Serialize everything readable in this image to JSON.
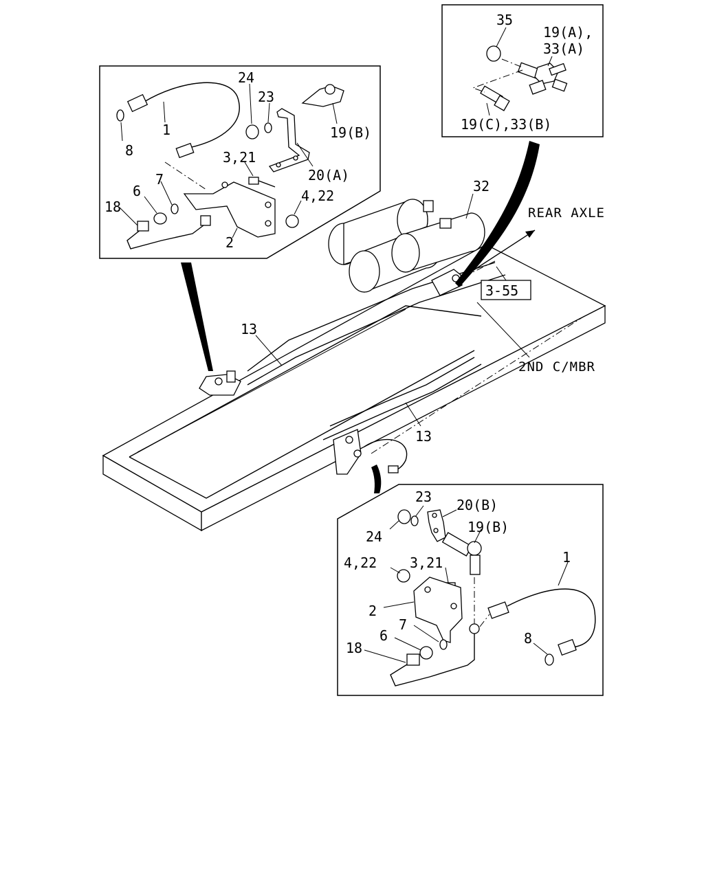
{
  "diagram": {
    "labels": {
      "tr_35": "35",
      "tr_19a_33a_line1": "19(A),",
      "tr_19a_33a_line2": "33(A)",
      "tr_19c_33b": "19(C),33(B)",
      "tl_24": "24",
      "tl_23": "23",
      "tl_1": "1",
      "tl_8": "8",
      "tl_19b": "19(B)",
      "tl_3_21": "3,21",
      "tl_20a": "20(A)",
      "tl_7": "7",
      "tl_6": "6",
      "tl_18": "18",
      "tl_4_22": "4,22",
      "tl_2": "2",
      "main_32": "32",
      "main_rear_axle": "REAR AXLE",
      "main_ref": "3-55",
      "main_13_upper": "13",
      "main_2nd_cmbr": "2ND C/MBR",
      "main_13_lower": "13",
      "br_23": "23",
      "br_20b": "20(B)",
      "br_24": "24",
      "br_19b": "19(B)",
      "br_4_22": "4,22",
      "br_3_21": "3,21",
      "br_1": "1",
      "br_2": "2",
      "br_7": "7",
      "br_6": "6",
      "br_8": "8",
      "br_18": "18"
    }
  }
}
